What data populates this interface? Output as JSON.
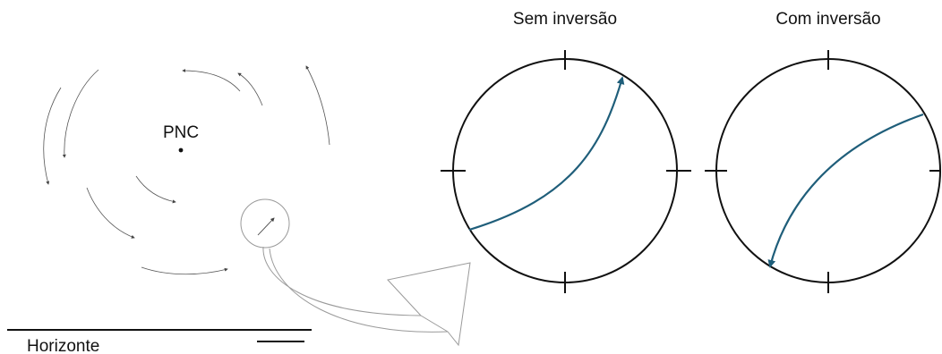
{
  "labels": {
    "pole": "PNC",
    "horizon": "Horizonte",
    "panel_left": "Sem inversão",
    "panel_right": "Com inversão"
  },
  "colors": {
    "background": "#ffffff",
    "ink": "#111111",
    "trail": "#555555",
    "callout": "#9a9a9a",
    "star_path": "#1f5e7a"
  }
}
